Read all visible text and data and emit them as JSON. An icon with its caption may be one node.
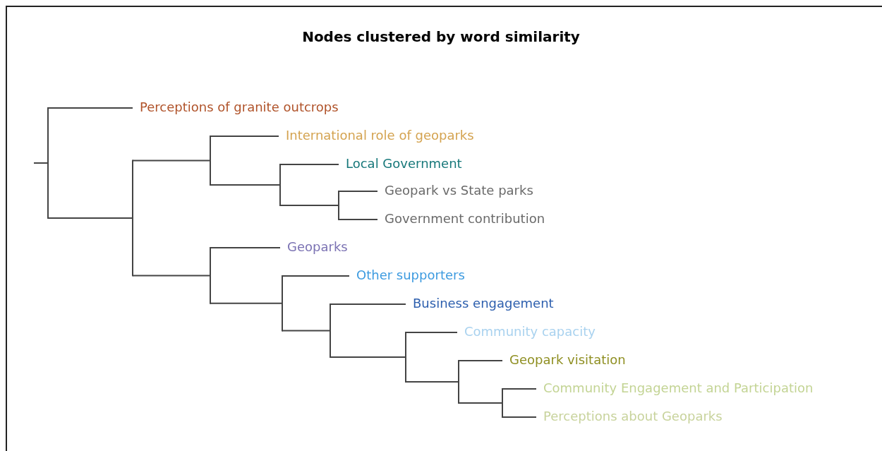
{
  "diagram": {
    "title": "Nodes clustered by word similarity",
    "nodes": [
      {
        "text": [
          "Perceptions of granite outcrops"
        ]
      },
      {
        "text": [
          "International role of geoparks"
        ]
      },
      {
        "text": [
          "Local Government"
        ]
      },
      {
        "text": [
          "Geopark vs State parks"
        ]
      },
      {
        "text": [
          "Government contribution"
        ]
      },
      {
        "text": [
          "Geoparks"
        ]
      },
      {
        "text": [
          "Other supporters"
        ]
      },
      {
        "text": [
          "Business engagement"
        ]
      },
      {
        "text": [
          "Community capacity"
        ]
      },
      {
        "text": [
          "Geopark visitation"
        ]
      },
      {
        "text": [
          "Community Engagement and Participation"
        ]
      },
      {
        "text": [
          "Perceptions about Geoparks"
        ]
      },
      {
        "text": [],
        "shape": "bar"
      },
      {
        "text": [],
        "shape": "bar"
      },
      {
        "text": [],
        "shape": "bar"
      },
      {
        "text": [],
        "shape": "bar"
      },
      {
        "text": [],
        "shape": "bar"
      },
      {
        "text": [],
        "shape": "bar"
      },
      {
        "text": [],
        "shape": "bar"
      },
      {
        "text": [],
        "shape": "bar"
      },
      {
        "text": [],
        "shape": "bar"
      },
      {
        "text": [],
        "shape": "bar"
      },
      {
        "text": [],
        "shape": "bar"
      }
    ],
    "edges": [
      {
        "from": null,
        "to": 12,
        "arrow": "none"
      },
      {
        "from": 12,
        "to": 0,
        "arrow": "none"
      },
      {
        "from": 12,
        "to": 13,
        "arrow": "none"
      },
      {
        "from": 13,
        "to": 14,
        "arrow": "none"
      },
      {
        "from": 13,
        "to": 17,
        "arrow": "none"
      },
      {
        "from": 14,
        "to": 1,
        "arrow": "none"
      },
      {
        "from": 14,
        "to": 15,
        "arrow": "none"
      },
      {
        "from": 15,
        "to": 2,
        "arrow": "none"
      },
      {
        "from": 15,
        "to": 16,
        "arrow": "none"
      },
      {
        "from": 16,
        "to": 3,
        "arrow": "none"
      },
      {
        "from": 16,
        "to": 4,
        "arrow": "none"
      },
      {
        "from": 17,
        "to": 5,
        "arrow": "none"
      },
      {
        "from": 17,
        "to": 18,
        "arrow": "none"
      },
      {
        "from": 18,
        "to": 6,
        "arrow": "none"
      },
      {
        "from": 18,
        "to": 19,
        "arrow": "none"
      },
      {
        "from": 19,
        "to": 7,
        "arrow": "none"
      },
      {
        "from": 19,
        "to": 20,
        "arrow": "none"
      },
      {
        "from": 20,
        "to": 8,
        "arrow": "none"
      },
      {
        "from": 20,
        "to": 21,
        "arrow": "none"
      },
      {
        "from": 21,
        "to": 9,
        "arrow": "none"
      },
      {
        "from": 21,
        "to": 22,
        "arrow": "none"
      },
      {
        "from": 22,
        "to": 10,
        "arrow": "none"
      },
      {
        "from": 22,
        "to": 11,
        "arrow": "none"
      }
    ]
  }
}
